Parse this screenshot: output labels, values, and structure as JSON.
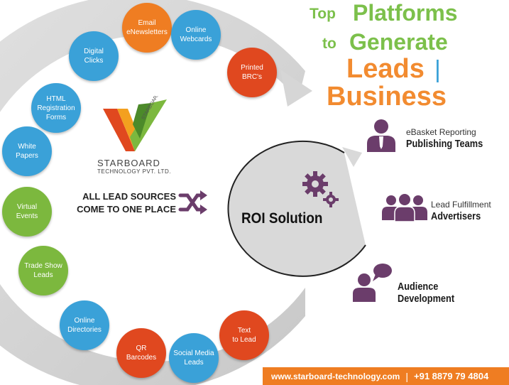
{
  "title": {
    "top": "Top",
    "platforms": "Platforms",
    "to": "to",
    "generate": "Generate",
    "leads": "Leads",
    "separator": "|",
    "business": "Business"
  },
  "colors": {
    "orange": "#ef7d22",
    "blue": "#3aa1d8",
    "green": "#7cb83e",
    "red": "#e0481f",
    "purple": "#6b3d6b",
    "title_green": "#7cc04b",
    "title_orange": "#f28b30"
  },
  "platforms": [
    {
      "label": "Email\neNewsletters",
      "color": "orange"
    },
    {
      "label": "Online\nWebcards",
      "color": "blue"
    },
    {
      "label": "Printed\nBRC's",
      "color": "red"
    },
    {
      "label": "Digital\nClicks",
      "color": "blue"
    },
    {
      "label": "HTML\nRegistration\nForms",
      "color": "blue"
    },
    {
      "label": "White\nPapers",
      "color": "blue"
    },
    {
      "label": "Virtual\nEvents",
      "color": "green"
    },
    {
      "label": "Trade Show\nLeads",
      "color": "green"
    },
    {
      "label": "Online\nDirectories",
      "color": "blue"
    },
    {
      "label": "QR\nBarcodes",
      "color": "red"
    },
    {
      "label": "Social Media\nLeads",
      "color": "blue"
    },
    {
      "label": "Text\nto Lead",
      "color": "red"
    }
  ],
  "logo": {
    "brand": "STARBOARD",
    "subtitle": "TECHNOLOGY PVT. LTD.",
    "mark_text": "STARBOARD",
    "icon": "starboard-v-logo"
  },
  "sources": {
    "line1": "ALL LEAD SOURCES",
    "line2": "COME TO ONE PLACE",
    "icon": "shuffle-arrows-icon"
  },
  "roi": {
    "label": "ROI Solution",
    "icon": "gears-icon"
  },
  "roles": [
    {
      "small": "eBasket Reporting",
      "big": "Publishing Teams",
      "icon": "person-tie-icon"
    },
    {
      "small": "Lead Fulfillment",
      "big": "Advertisers",
      "icon": "people-group-icon"
    },
    {
      "small": "",
      "big": "Audience\nDevelopment",
      "icon": "person-speech-icon"
    }
  ],
  "footer": {
    "website": "www.starboard-technology.com",
    "divider": "|",
    "phone": "+91 8879 79 4804"
  }
}
